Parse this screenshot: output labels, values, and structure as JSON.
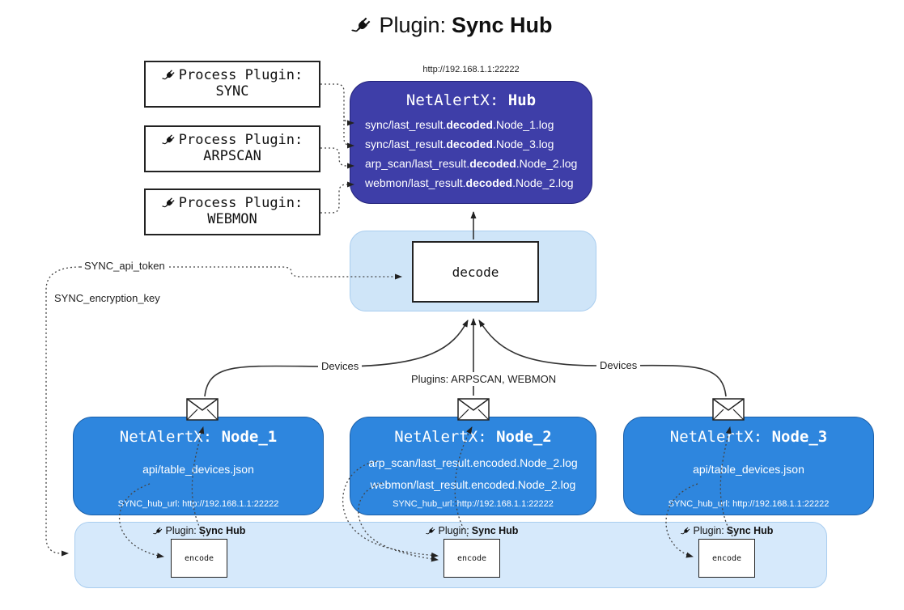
{
  "title": {
    "prefix": "Plugin:",
    "bold": "Sync Hub"
  },
  "process_plugins": [
    {
      "label": "Process Plugin:",
      "name": "SYNC"
    },
    {
      "label": "Process Plugin:",
      "name": "ARPSCAN"
    },
    {
      "label": "Process Plugin:",
      "name": "WEBMON"
    }
  ],
  "hub": {
    "url": "http://192.168.1.1:22222",
    "name_prefix": "NetAlertX: ",
    "name_bold": "Hub",
    "files": [
      {
        "pre": "sync/last_result.",
        "mid": "decoded",
        "post": ".Node_1.log"
      },
      {
        "pre": "sync/last_result.",
        "mid": "decoded",
        "post": ".Node_3.log"
      },
      {
        "pre": "arp_scan/last_result.",
        "mid": "decoded",
        "post": ".Node_2.log"
      },
      {
        "pre": "webmon/last_result.",
        "mid": "decoded",
        "post": ".Node_2.log"
      }
    ]
  },
  "decode_label": "decode",
  "keys": {
    "api_token": "SYNC_api_token",
    "encryption_key": "SYNC_encryption_key"
  },
  "edge_labels": {
    "left": "Devices",
    "center": "Plugins: ARPSCAN, WEBMON",
    "right": "Devices"
  },
  "nodes": [
    {
      "name_prefix": "NetAlertX: ",
      "name_bold": "Node_1",
      "files": [
        "api/table_devices.json"
      ],
      "hub_url": "SYNC_hub_url: http://192.168.1.1:22222"
    },
    {
      "name_prefix": "NetAlertX: ",
      "name_bold": "Node_2",
      "files": [
        "arp_scan/last_result.encoded.Node_2.log",
        "webmon/last_result.encoded.Node_2.log"
      ],
      "hub_url": "SYNC_hub_url: http://192.168.1.1:22222"
    },
    {
      "name_prefix": "NetAlertX: ",
      "name_bold": "Node_3",
      "files": [
        "api/table_devices.json"
      ],
      "hub_url": "SYNC_hub_url: http://192.168.1.1:22222"
    }
  ],
  "encoders": [
    {
      "label_prefix": "Plugin:",
      "label_bold": "Sync Hub",
      "box_label": "encode"
    },
    {
      "label_prefix": "Plugin:",
      "label_bold": "Sync Hub",
      "box_label": "encode"
    },
    {
      "label_prefix": "Plugin:",
      "label_bold": "Sync Hub",
      "box_label": "encode"
    }
  ],
  "colors": {
    "hub_bg": "#3e3ea8",
    "node_bg": "#2e86de",
    "bottom_panel_bg": "#d6e9fb",
    "decode_panel_bg": "#cfe5f8"
  }
}
